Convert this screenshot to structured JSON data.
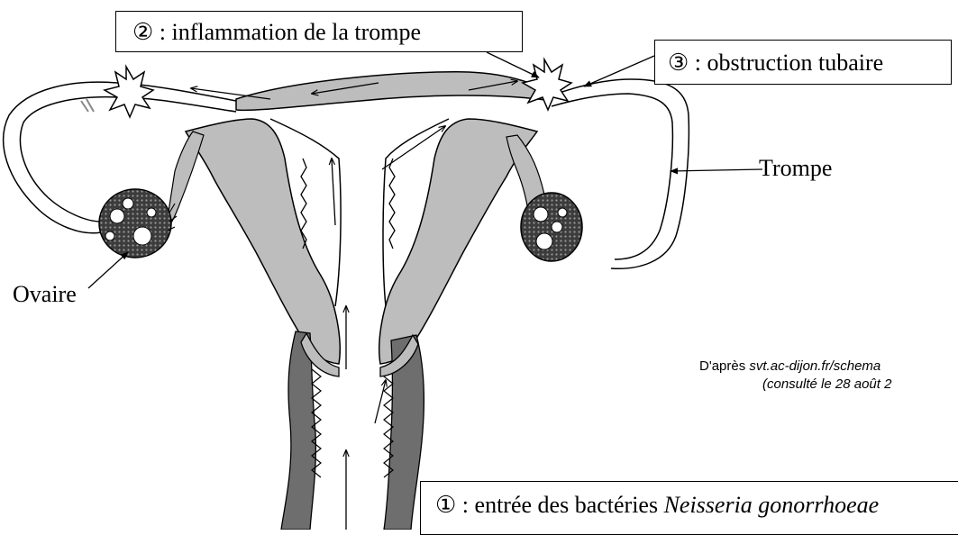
{
  "labels": {
    "inflammation": "② : inflammation de la trompe",
    "obstruction": "③ : obstruction tubaire",
    "trompe": "Trompe",
    "ovaire": "Ovaire",
    "entree_prefix": "① : entrée des bactéries ",
    "entree_species": "Neisseria gonorrhoeae"
  },
  "source": {
    "prefix": "D'après ",
    "site": "svt.ac-dijon.fr/schema",
    "consulted": "(consulté le 28 août 2"
  },
  "colors": {
    "tissue": "#bdbdbd",
    "dark_tissue": "#6e6e6e",
    "ovary": "#4a4a4a",
    "line": "#000000"
  }
}
